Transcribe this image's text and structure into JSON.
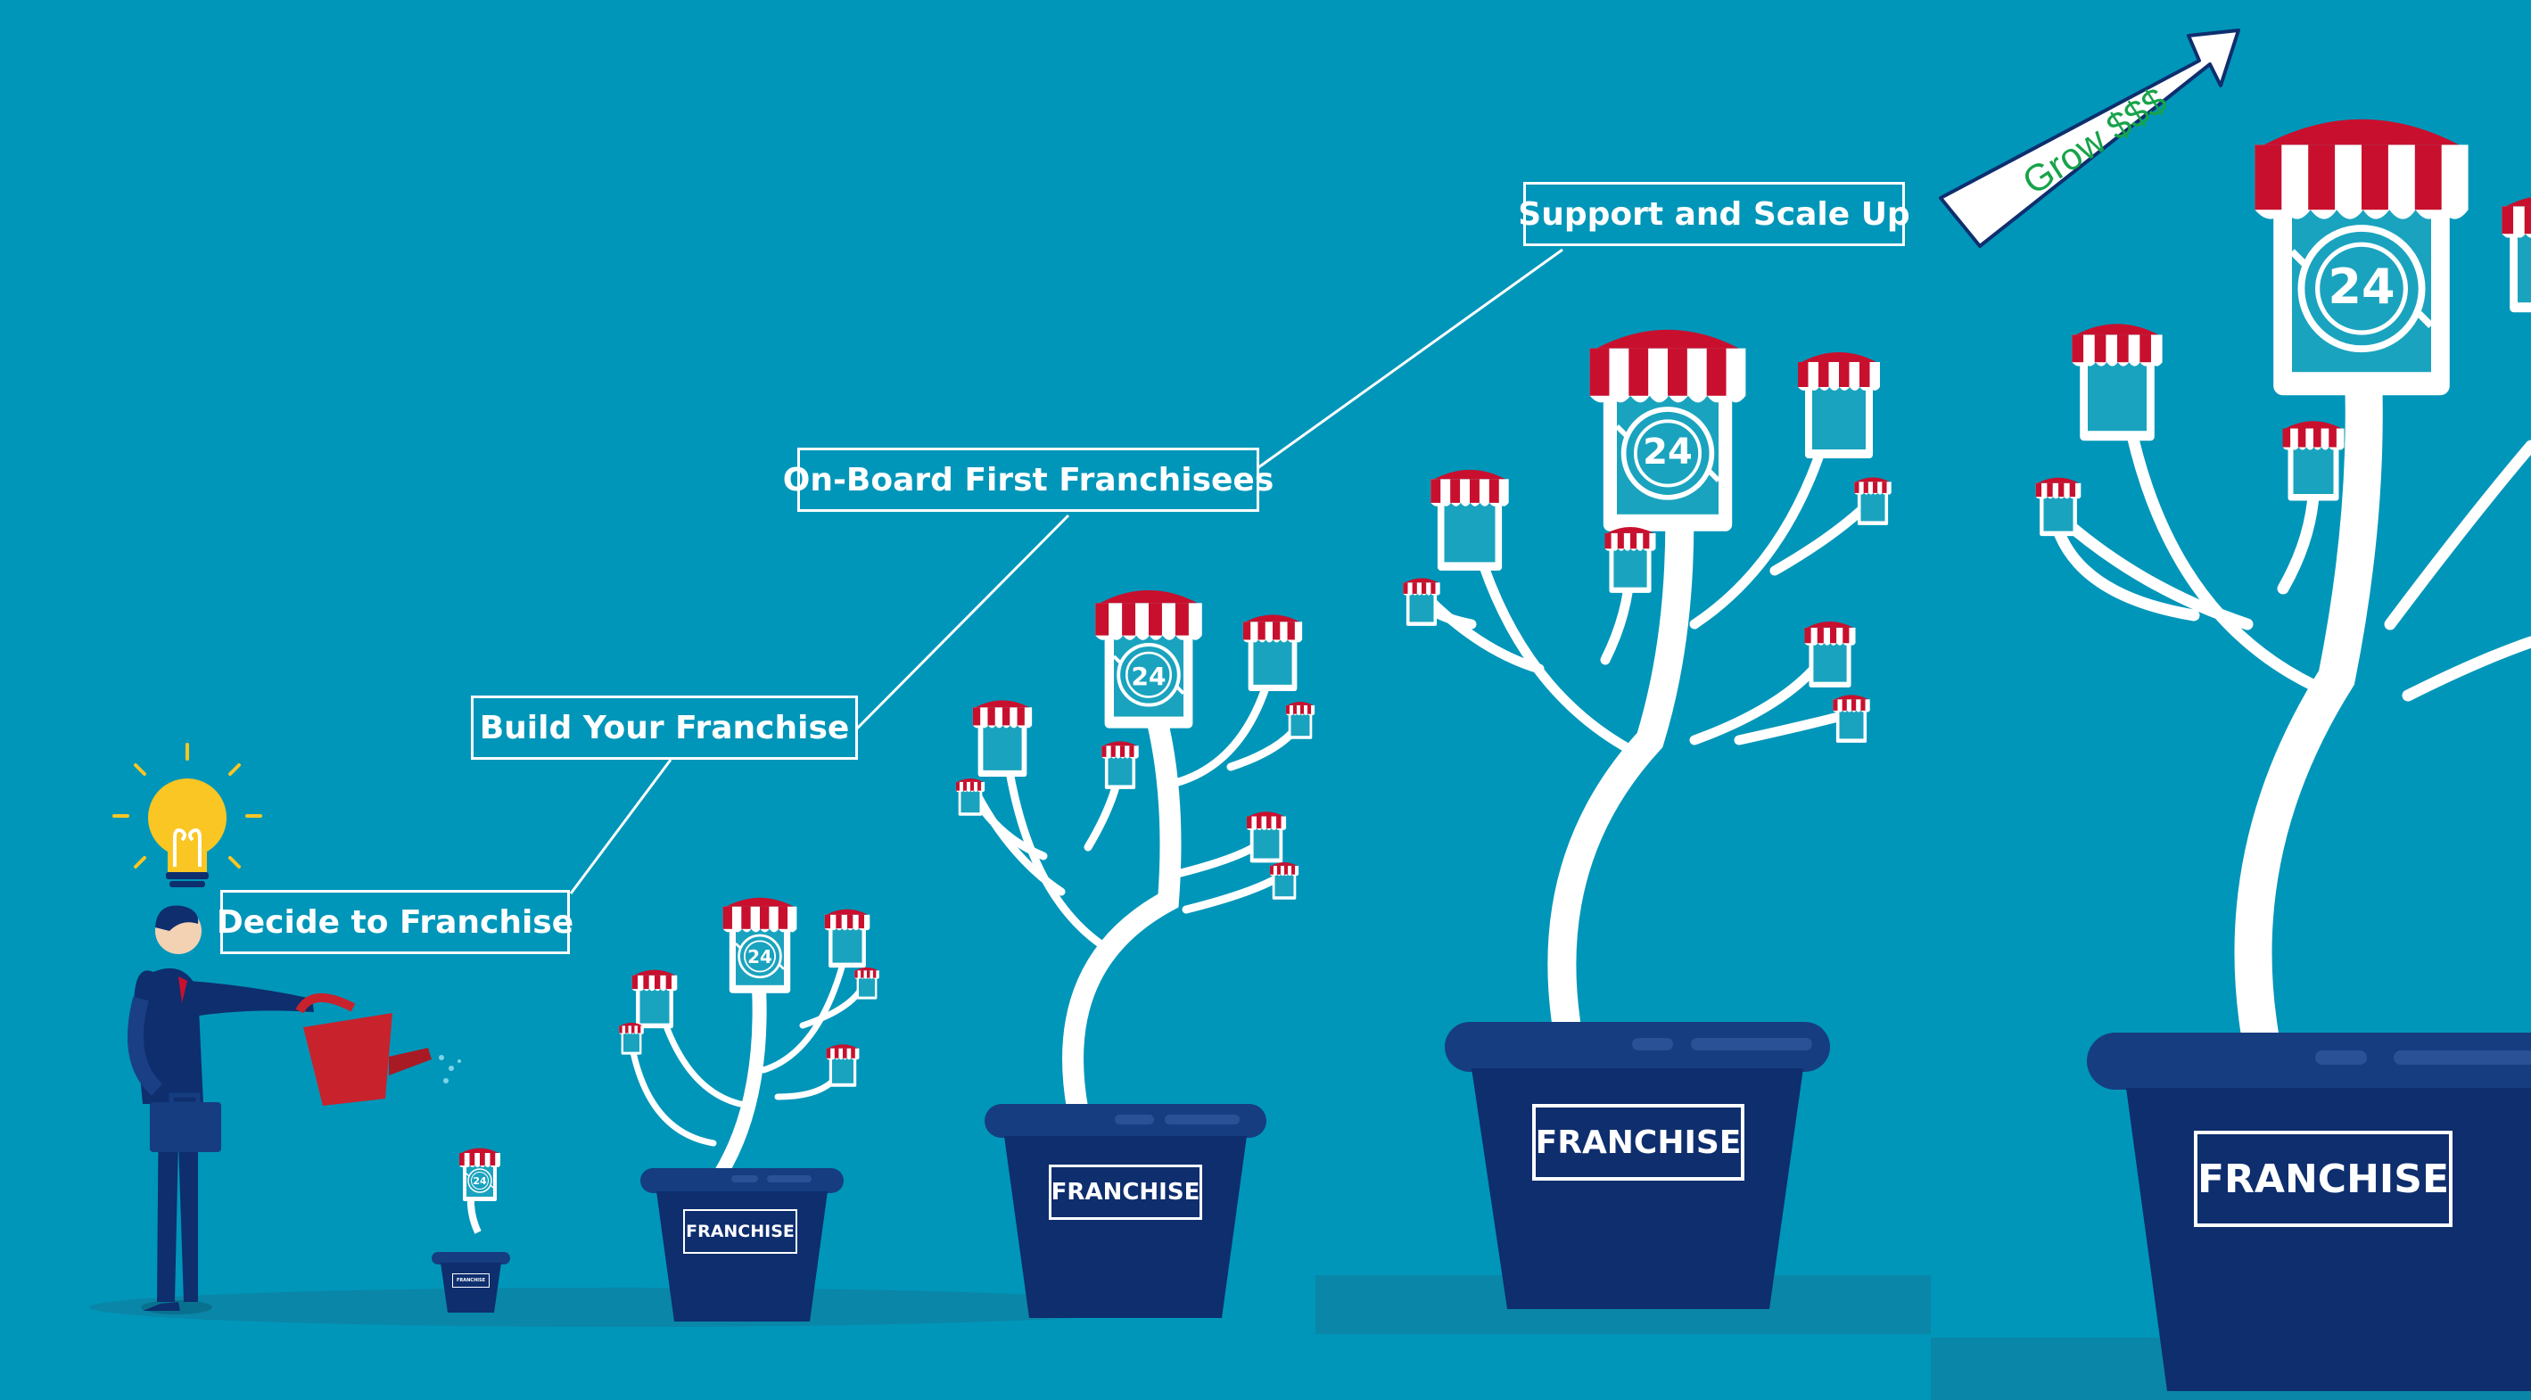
{
  "colors": {
    "background": "#0096b9",
    "pot": "#0e2e6e",
    "pot_rim": "#163d80",
    "awning_red": "#c8102e",
    "tree": "#ffffff",
    "screen": "#1aa3be",
    "grow_text": "#17a34a",
    "bulb": "#f9c623",
    "can": "#c8222c"
  },
  "icons": {
    "store": "store-awning-icon",
    "clock": "clock-24-icon",
    "bulb": "lightbulb-icon",
    "can": "watering-can-icon",
    "arrow": "arrow-up-right-icon"
  },
  "stages": [
    {
      "label": "Decide to Franchise"
    },
    {
      "label": "Build Your Franchise"
    },
    {
      "label": "On-Board First Franchisees"
    },
    {
      "label": "Support and Scale Up"
    }
  ],
  "arrow": {
    "label": "Grow $$$"
  },
  "pot_label": "FRANCHISE",
  "store_clock_label": "24"
}
